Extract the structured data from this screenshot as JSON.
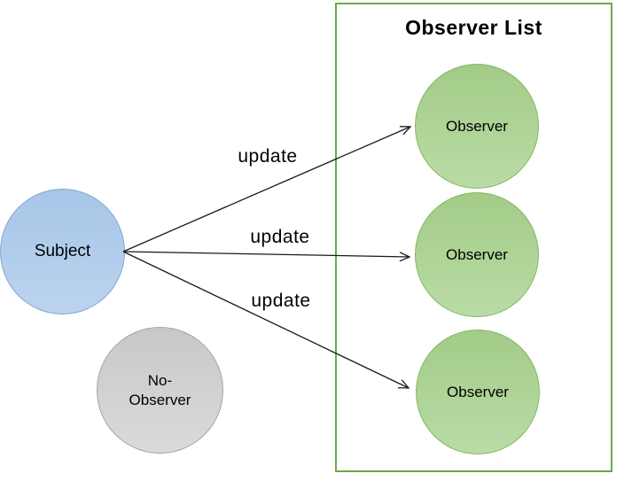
{
  "diagram": {
    "title": "Observer List"
  },
  "nodes": {
    "subject": {
      "label": "Subject"
    },
    "no_observer": {
      "label_line1": "No-",
      "label_line2": "Observer"
    },
    "observers": [
      {
        "label": "Observer"
      },
      {
        "label": "Observer"
      },
      {
        "label": "Observer"
      }
    ]
  },
  "arrows": [
    {
      "label": "update",
      "from": "Subject",
      "to": "Observer 1"
    },
    {
      "label": "update",
      "from": "Subject",
      "to": "Observer 2"
    },
    {
      "label": "update",
      "from": "Subject",
      "to": "Observer 3"
    }
  ],
  "colors": {
    "background": "#ffffff",
    "box_border": "#6aaa46",
    "subject_fill": "#aecbea",
    "subject_border": "#7fa7d3",
    "observer_fill": "#aed29a",
    "observer_border": "#85b763",
    "no_observer_fill": "#d2d2d2",
    "no_observer_border": "#a5a5a5",
    "arrow_stroke": "#1a1a1a",
    "text": "#000000"
  }
}
